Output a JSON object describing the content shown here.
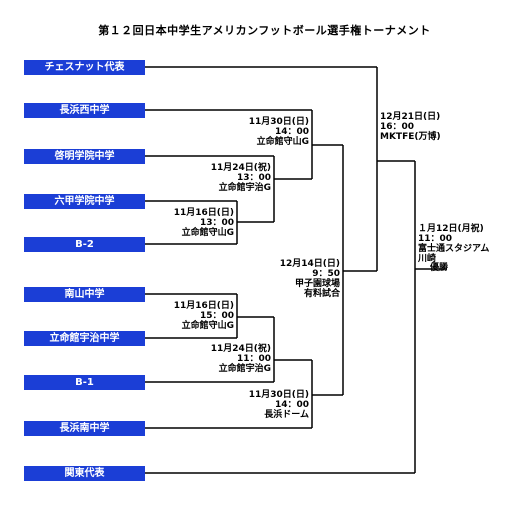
{
  "title": "第１２回日本中学生アメリカンフットボール選手権トーナメント",
  "teams": [
    "チェスナット代表",
    "長浜西中学",
    "啓明学院中学",
    "六甲学院中学",
    "B-2",
    "南山中学",
    "立命館宇治中学",
    "B-1",
    "長浜南中学",
    "関東代表"
  ],
  "matches": {
    "m1": [
      "11月16日(日)",
      "13：00",
      "立命館守山G"
    ],
    "m2": [
      "11月24日(祝)",
      "13：00",
      "立命館宇治G"
    ],
    "m3": [
      "11月30日(日)",
      "14：00",
      "立命館守山G"
    ],
    "m4": [
      "11月16日(日)",
      "15：00",
      "立命館守山G"
    ],
    "m5": [
      "11月24日(祝)",
      "11：00",
      "立命館宇治G"
    ],
    "m6": [
      "11月30日(日)",
      "14：00",
      "長浜ドーム"
    ],
    "m7": [
      "12月14日(日)",
      "9：50",
      "甲子園球場",
      "有料試合"
    ],
    "m8": [
      "12月21日(日)",
      "16：00",
      "MKTFE(万博)"
    ],
    "m9": [
      "１月12日(月祝)",
      "11：00",
      "富士通スタジアム",
      "川崎"
    ]
  },
  "champion": "優勝"
}
